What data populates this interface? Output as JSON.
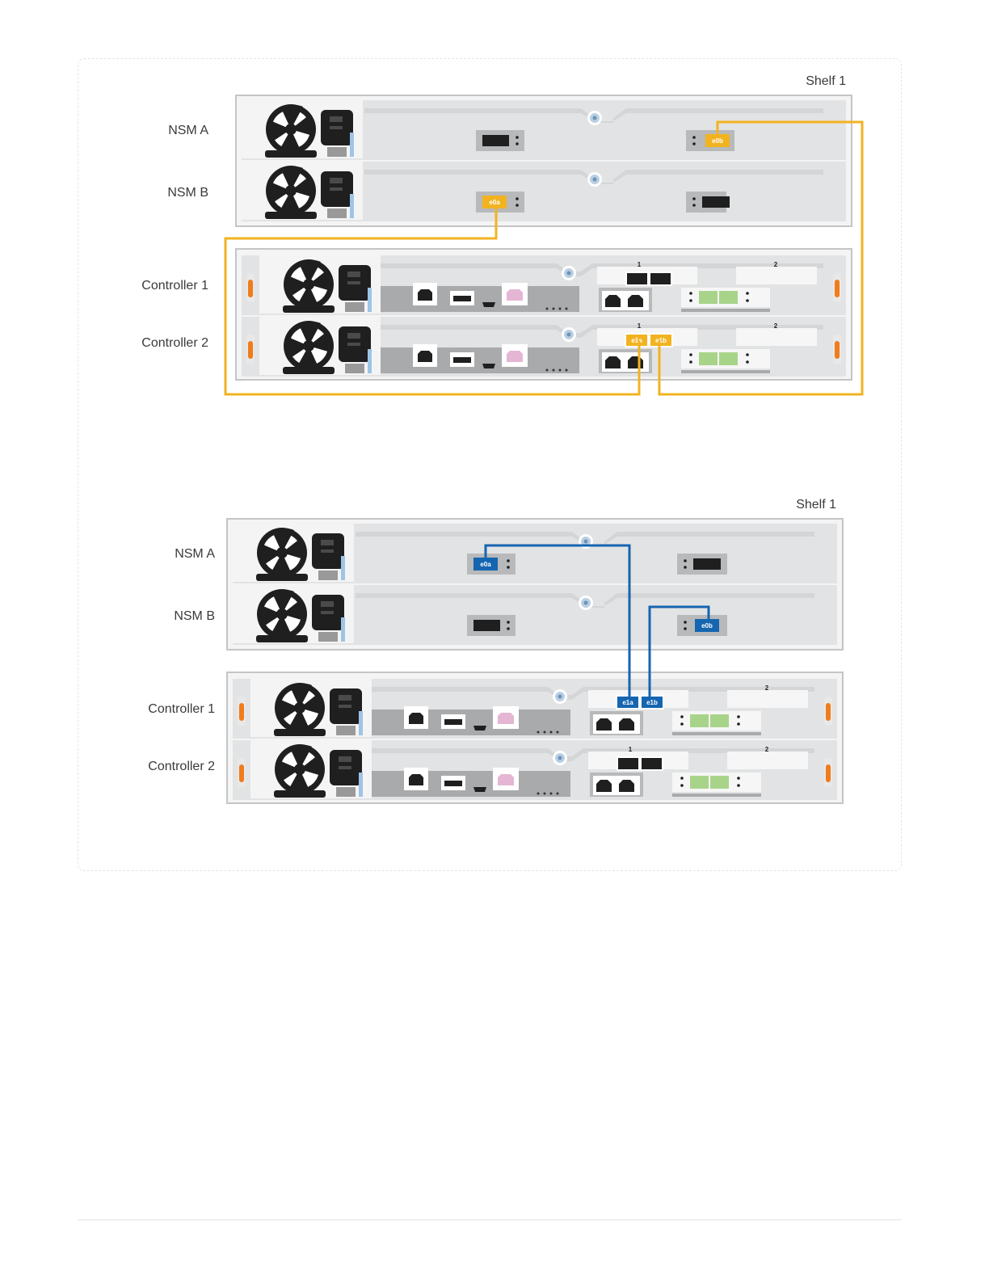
{
  "diagrams": [
    {
      "shelf_label": "Shelf 1",
      "nsm_a_label": "NSM A",
      "nsm_b_label": "NSM B",
      "controller_1_label": "Controller 1",
      "controller_2_label": "Controller 2",
      "cable_color": "#f2b321",
      "ports": {
        "nsm_a": "e0b",
        "nsm_b": "e0a",
        "controller_2_left": "e1a",
        "controller_2_right": "e1b"
      },
      "slot_labels": {
        "slot_1": "1",
        "slot_2": "2"
      }
    },
    {
      "shelf_label": "Shelf 1",
      "nsm_a_label": "NSM A",
      "nsm_b_label": "NSM B",
      "controller_1_label": "Controller 1",
      "controller_2_label": "Controller 2",
      "cable_color": "#1565b0",
      "ports": {
        "nsm_a": "e0a",
        "nsm_b": "e0b",
        "controller_1_left": "e1a",
        "controller_1_right": "e1b"
      },
      "slot_labels": {
        "slot_1": "1",
        "slot_2": "2"
      }
    }
  ]
}
